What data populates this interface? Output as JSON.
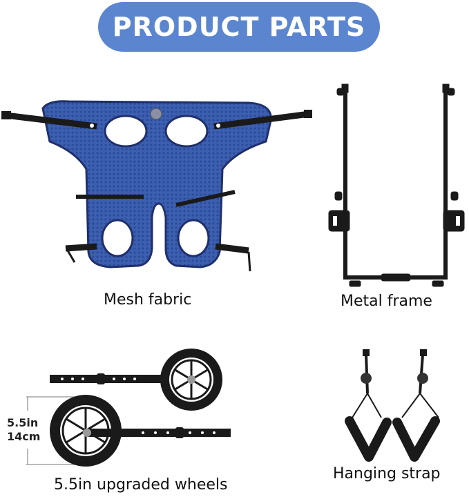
{
  "header": {
    "title": "PRODUCT PARTS"
  },
  "colors": {
    "banner": "#5b86cf",
    "mesh_blue": "#3d5fb0",
    "mesh_trim": "#1f2f6b",
    "part_black": "#1a1a1a"
  },
  "parts": [
    {
      "id": "mesh-fabric",
      "label": "Mesh fabric"
    },
    {
      "id": "metal-frame",
      "label": "Metal frame"
    },
    {
      "id": "wheels",
      "label": "5.5in upgraded wheels",
      "dimension": {
        "in": "5.5in",
        "cm": "14cm"
      }
    },
    {
      "id": "hanging-strap",
      "label": "Hanging strap"
    }
  ]
}
